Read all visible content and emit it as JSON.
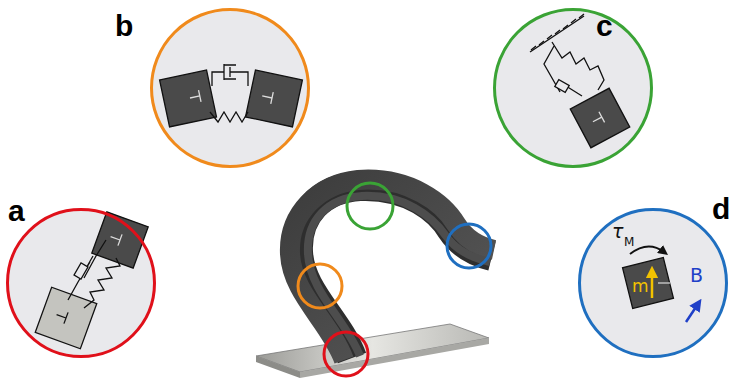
{
  "diagram": {
    "nodes": [
      {
        "text": [
          "a"
        ]
      },
      {
        "text": [
          "b"
        ]
      },
      {
        "text": [
          "c"
        ]
      },
      {
        "text": [
          "d"
        ]
      }
    ],
    "edges": [],
    "labels": [
      "τ",
      "M",
      "m",
      "B"
    ]
  }
}
